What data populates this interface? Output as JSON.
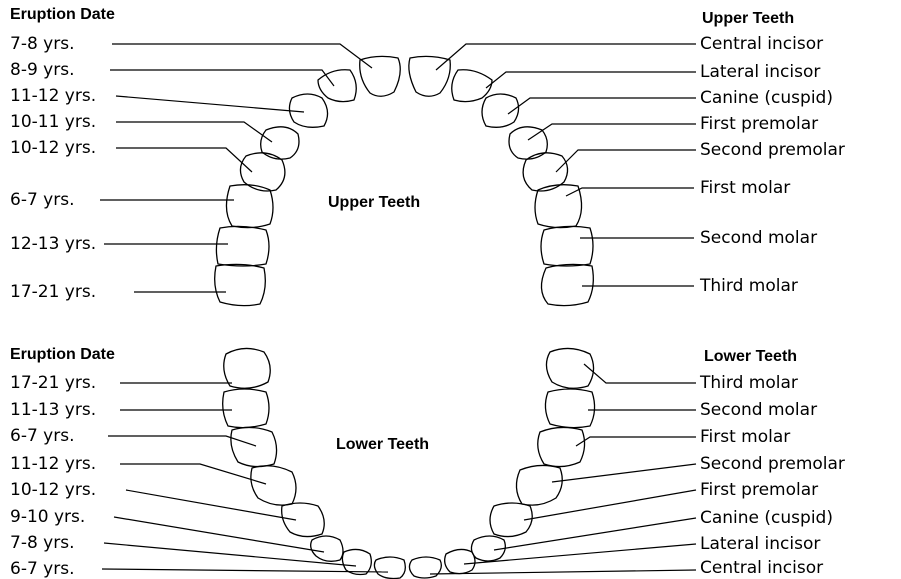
{
  "upper": {
    "left_header": "Eruption Date",
    "right_header": "Upper Teeth",
    "center_label": "Upper Teeth",
    "ages": [
      "7-8 yrs.",
      "8-9 yrs.",
      "11-12 yrs.",
      "10-11 yrs.",
      "10-12 yrs.",
      "6-7 yrs.",
      "12-13 yrs.",
      "17-21 yrs."
    ],
    "teeth": [
      "Central incisor",
      "Lateral incisor",
      "Canine (cuspid)",
      "First premolar",
      "Second premolar",
      "First molar",
      "Second molar",
      "Third molar"
    ]
  },
  "lower": {
    "left_header": "Eruption Date",
    "right_header": "Lower Teeth",
    "center_label": "Lower Teeth",
    "ages": [
      "17-21 yrs.",
      "11-13 yrs.",
      "6-7 yrs.",
      "11-12 yrs.",
      "10-12 yrs.",
      "9-10 yrs.",
      "7-8 yrs.",
      "6-7 yrs."
    ],
    "teeth": [
      "Third molar",
      "Second molar",
      "First molar",
      "Second premolar",
      "First premolar",
      "Canine (cuspid)",
      "Lateral incisor",
      "Central incisor"
    ]
  }
}
